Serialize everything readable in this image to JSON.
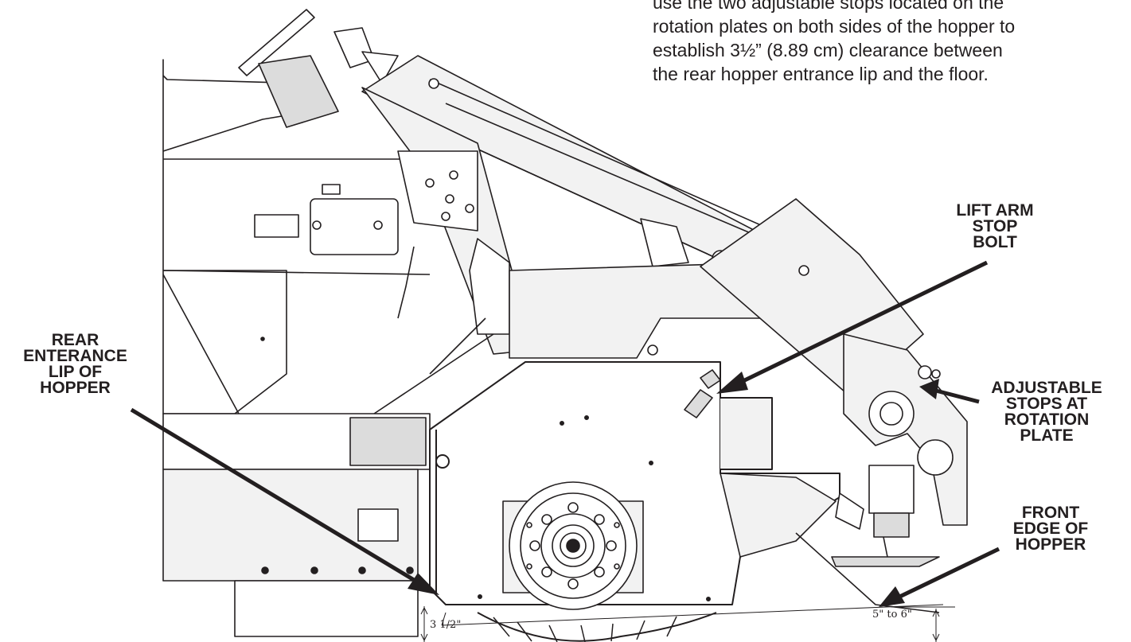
{
  "instructions": {
    "lines": [
      "use the two adjustable stops located on the",
      "rotation plates on both sides of the hopper to",
      "establish 3½” (8.89 cm) clearance between",
      "the rear hopper entrance lip and the floor."
    ]
  },
  "callouts": {
    "lift_arm_stop_bolt": [
      "LIFT ARM",
      "STOP",
      "BOLT"
    ],
    "rear_entrance_lip": [
      "REAR",
      "ENTERANCE",
      "LIP OF",
      "HOPPER"
    ],
    "adjustable_stops": [
      "ADJUSTABLE",
      "STOPS AT",
      "ROTATION",
      "PLATE"
    ],
    "front_edge": [
      "FRONT",
      "EDGE OF",
      "HOPPER"
    ]
  },
  "dimensions": {
    "rear_clearance": "3 1/2\"",
    "front_clearance": "5\" to 6\""
  },
  "colors": {
    "line": "#231f20",
    "fill_light": "#f2f2f2",
    "fill_mid": "#dcdcdc"
  }
}
